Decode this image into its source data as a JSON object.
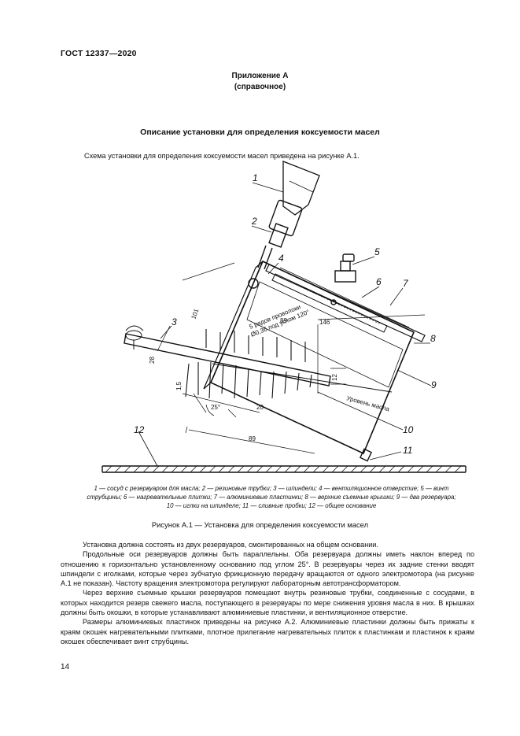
{
  "header": {
    "doc_id": "ГОСТ 12337—2020"
  },
  "appendix": {
    "title": "Приложение А",
    "subtitle": "(справочное)"
  },
  "section_title": "Описание установки для определения коксуемости масел",
  "intro_text": "Схема установки для определения коксуемости масел приведена на рисунке А.1.",
  "figure": {
    "callouts": [
      "1",
      "2",
      "3",
      "4",
      "5",
      "6",
      "7",
      "8",
      "9",
      "10",
      "11",
      "12"
    ],
    "dims": {
      "d89_top": "89",
      "d146": "146",
      "d101": "101",
      "d28": "28",
      "d1_5": "1,5",
      "d12": "12",
      "d20": "20",
      "d25": "25°",
      "d89_bottom": "89"
    },
    "note_wire": "5 рядов проволоки",
    "note_wire2": "Ø0,36 под углом 120°",
    "oil_level": "Уровень масла"
  },
  "legend": {
    "line1": "1 — сосуд с резервуаром для масла; 2 — резиновые трубки; 3 — шпиндели; 4 — вентиляционное отверстие; 5 — винт",
    "line2": "струбцины; 6 — нагревательные плитки; 7 — алюминиевые пластинки; 8 — верхние съемные крышки; 9 — два резервуара;",
    "line3": "10 — иглки на шпинделе; 11 — сливные пробки; 12 — общее основание"
  },
  "caption": "Рисунок А.1 — Установка для определения коксуемости масел",
  "body": {
    "p1": "Установка должна состоять из двух резервуаров, смонтированных на общем основании.",
    "p2": "Продольные оси резервуаров должны быть параллельны. Оба резервуара должны иметь наклон вперед по отношению к горизонтально установленному основанию под углом 25°. В резервуары через их задние стенки вводят шпиндели с иголками, которые через зубчатую фрикционную передачу вращаются от одного электромотора (на рисунке А.1 не показан). Частоту вращения электромотора регулируют лабораторным автотрансформатором.",
    "p3": "Через верхние съемные крышки резервуаров помещают внутрь резиновые трубки, соединенные с сосудами, в которых находится резерв свежего масла, поступающего в резервуары по мере снижения уровня масла в них. В крышках должны быть окошки, в которые устанавливают алюминиевые пластинки, и вентиляционное отверстие.",
    "p4": "Размеры алюминиевых пластинок приведены на рисунке А.2. Алюминиевые пластинки должны быть прижаты к краям окошек нагревательными плитками, плотное прилегание нагревательных плиток к пластинкам и пластинок к краям окошек обеспечивает винт струбцины."
  },
  "page_number": "14"
}
